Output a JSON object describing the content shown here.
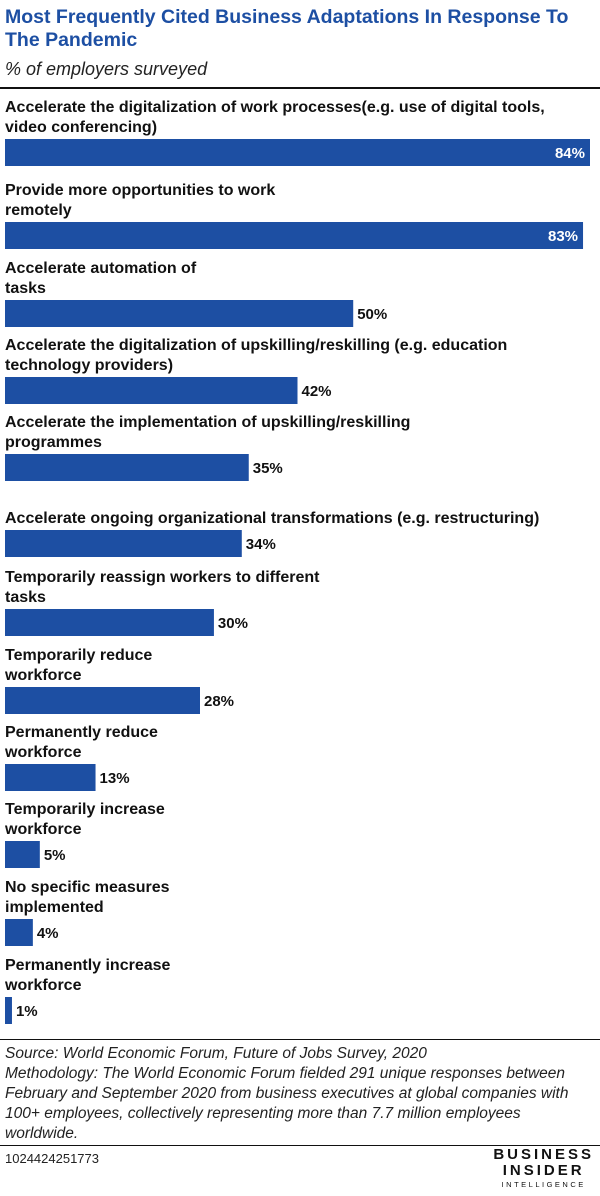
{
  "header": {
    "title": "Most Frequently Cited Business Adaptations In Response To The Pandemic",
    "subtitle": "% of employers surveyed"
  },
  "chart_data": {
    "type": "bar",
    "orientation": "horizontal",
    "title": "Most Frequently Cited Business Adaptations In Response To The Pandemic",
    "subtitle": "% of employers surveyed",
    "xlim": [
      0,
      84
    ],
    "grid": false,
    "legend": "none",
    "bar_color": "#1d4fa3",
    "categories": [
      [
        "Accelerate the digitalization of work processes(e.g. use of digital tools,",
        "video conferencing)"
      ],
      [
        "Provide more opportunities to work",
        "remotely"
      ],
      [
        "Accelerate automation of",
        "tasks"
      ],
      [
        "Accelerate the digitalization of upskilling/reskilling (e.g. education",
        "technology providers)"
      ],
      [
        "Accelerate the implementation of upskilling/reskilling",
        "programmes"
      ],
      [
        "Accelerate ongoing organizational transformations (e.g. restructuring)"
      ],
      [
        "Temporarily reassign workers to different",
        "tasks"
      ],
      [
        "Temporarily reduce",
        "workforce"
      ],
      [
        "Permanently reduce",
        "workforce"
      ],
      [
        "Temporarily increase",
        "workforce"
      ],
      [
        "No specific measures",
        "implemented"
      ],
      [
        "Permanently increase",
        "workforce"
      ]
    ],
    "values": [
      84,
      83,
      50,
      42,
      35,
      34,
      30,
      28,
      13,
      5,
      4,
      1
    ],
    "value_labels": [
      "84%",
      "83%",
      "50%",
      "42%",
      "35%",
      "34%",
      "30%",
      "28%",
      "13%",
      "5%",
      "4%",
      "1%"
    ]
  },
  "footer": {
    "source": "Source: World Economic Forum, Future of Jobs Survey, 2020",
    "methodology": "Methodology: The World Economic Forum fielded 291 unique responses between February and September 2020 from business executives at global companies with 100+ employees, collectively representing more than 7.7 million employees worldwide.",
    "chart_id": "1024424251773",
    "logo_line1": "BUSINESS",
    "logo_line2": "INSIDER",
    "logo_line3": "INTELLIGENCE"
  }
}
